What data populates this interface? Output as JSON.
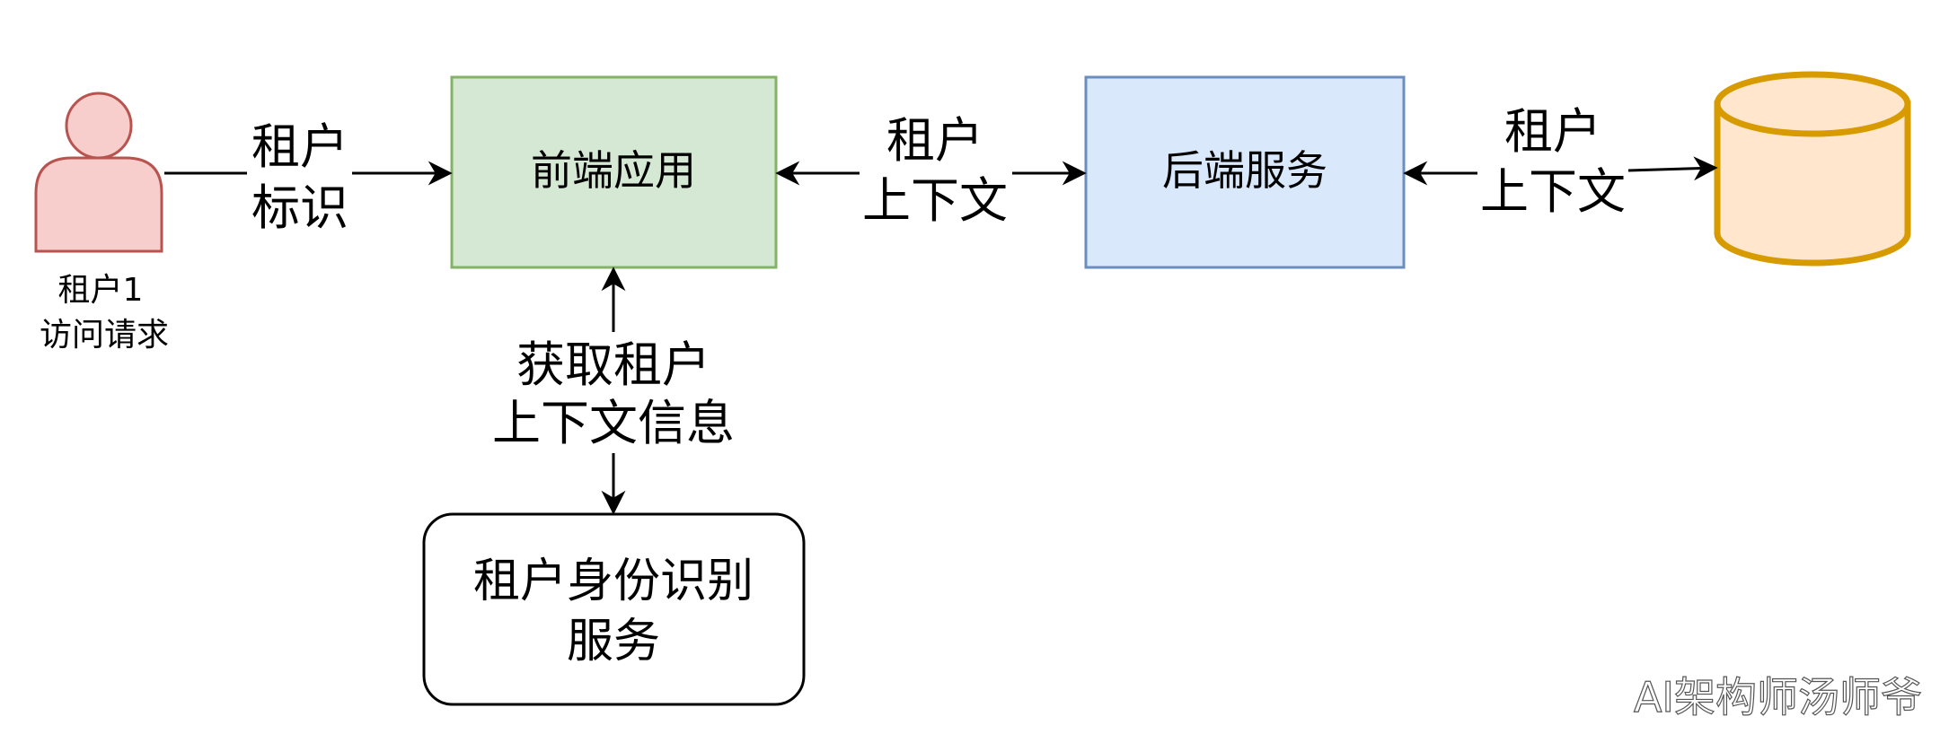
{
  "nodes": {
    "user": {
      "label_line1": "租户1",
      "label_line2": "访问请求",
      "fill": "#f8cecc",
      "stroke": "#b85450"
    },
    "frontend": {
      "label": "前端应用",
      "fill": "#d5e8d4",
      "stroke": "#82b366"
    },
    "backend": {
      "label": "后端服务",
      "fill": "#dae8fc",
      "stroke": "#6c8ebf"
    },
    "database": {
      "fill": "#ffe6cc",
      "stroke": "#d79b00"
    },
    "identity": {
      "label_line1": "租户身份识别",
      "label_line2": "服务",
      "fill": "#ffffff",
      "stroke": "#000000"
    }
  },
  "edges": {
    "user_to_frontend": {
      "line1": "租户",
      "line2": "标识"
    },
    "frontend_backend": {
      "line1": "租户",
      "line2": "上下文"
    },
    "backend_db": {
      "line1": "租户",
      "line2": "上下文"
    },
    "frontend_identity": {
      "line1": "获取租户",
      "line2": "上下文信息"
    }
  },
  "watermark": "AI架构师汤师爷"
}
